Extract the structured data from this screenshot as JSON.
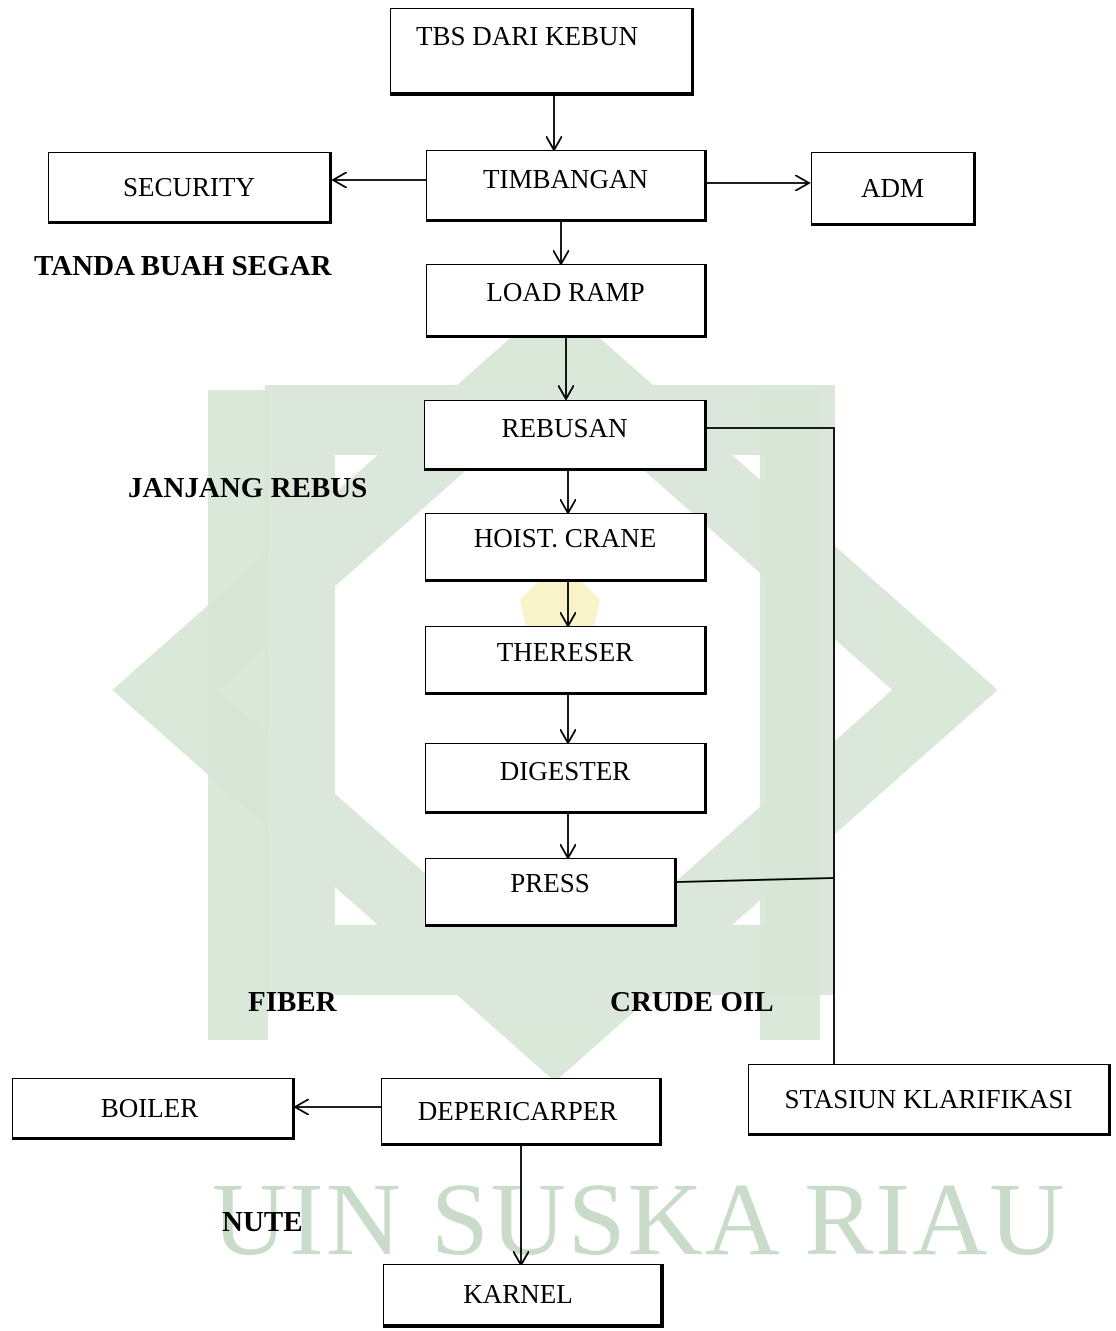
{
  "nodes": {
    "tbs": "TBS DARI KEBUN",
    "security": "SECURITY",
    "timbangan": "TIMBANGAN",
    "adm": "ADM",
    "load_ramp": "LOAD RAMP",
    "rebusan": "REBUSAN",
    "hoist": "HOIST. CRANE",
    "thereser": "THERESER",
    "digester": "DIGESTER",
    "press": "PRESS",
    "boiler": "BOILER",
    "depericarper": "DEPERICARPER",
    "stasiun": "STASIUN KLARIFIKASI",
    "karnel": "KARNEL"
  },
  "labels": {
    "tanda_buah_segar": "TANDA BUAH SEGAR",
    "janjang_rebus": "JANJANG REBUS",
    "fiber": "FIBER",
    "crude_oil": "CRUDE OIL",
    "nute": "NUTE"
  },
  "watermark": {
    "text": "UIN SUSKA RIAU",
    "color": "#c9dcc9"
  }
}
